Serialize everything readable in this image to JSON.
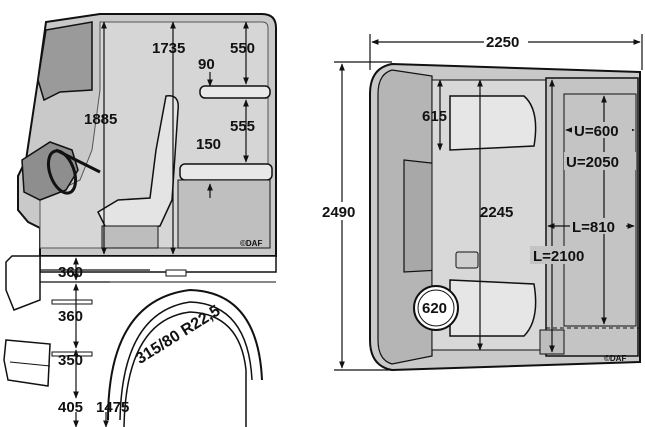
{
  "side_view": {
    "dims": {
      "roof_interior": "1735",
      "roof_top_bunk": "550",
      "top_bunk_thickness": "90",
      "bunk_gap": "555",
      "lower_bunk_thickness": "150",
      "interior_height": "1885",
      "floor_to_frame": "360",
      "frame_step": "360",
      "step_lower": "350",
      "ground_low": "405",
      "ground_floor": "1475"
    },
    "tire_label": "315/80 R22,5",
    "logo": "©DAF"
  },
  "top_view": {
    "dims": {
      "overall_width": "2250",
      "overall_length": "2490",
      "engine_tunnel_length": "2245",
      "seat_depth": "615",
      "upper_bunk_width": "U=600",
      "upper_bunk_length": "U=2050",
      "lower_bunk_width": "L=810",
      "lower_bunk_length": "L=2100",
      "wheel_diameter": "620"
    },
    "logo": "©DAF"
  },
  "colors": {
    "cab_fill": "#c9c9c9",
    "cab_dark": "#8e8e8e",
    "line": "#111111",
    "background": "#ffffff"
  }
}
